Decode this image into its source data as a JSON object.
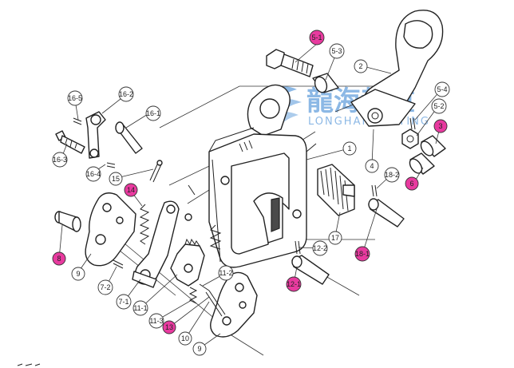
{
  "watermark": {
    "title": "龍海起重",
    "subtitle": "LONGHAIHOISTING",
    "color": "#2f7fd0"
  },
  "colors": {
    "line": "#222222",
    "magenta_callout": "#e83a9f",
    "plain_callout": "#ffffff"
  },
  "callouts": [
    {
      "id": "c-5-1",
      "label": "5-1",
      "highlight": true
    },
    {
      "id": "c-5-3",
      "label": "5-3",
      "highlight": false
    },
    {
      "id": "c-2",
      "label": "2",
      "highlight": false
    },
    {
      "id": "c-5-4",
      "label": "5-4",
      "highlight": false
    },
    {
      "id": "c-5-2",
      "label": "5-2",
      "highlight": false
    },
    {
      "id": "c-3",
      "label": "3",
      "highlight": true
    },
    {
      "id": "c-6",
      "label": "6",
      "highlight": true
    },
    {
      "id": "c-4",
      "label": "4",
      "highlight": false
    },
    {
      "id": "c-1",
      "label": "1",
      "highlight": false
    },
    {
      "id": "c-16-5",
      "label": "16-5",
      "highlight": false
    },
    {
      "id": "c-16-2",
      "label": "16-2",
      "highlight": false
    },
    {
      "id": "c-16-1",
      "label": "16-1",
      "highlight": false
    },
    {
      "id": "c-16-3",
      "label": "16-3",
      "highlight": false
    },
    {
      "id": "c-16-4",
      "label": "16-4",
      "highlight": false
    },
    {
      "id": "c-15",
      "label": "15",
      "highlight": false
    },
    {
      "id": "c-14",
      "label": "14",
      "highlight": true
    },
    {
      "id": "c-18-2",
      "label": "18-2",
      "highlight": false
    },
    {
      "id": "c-17",
      "label": "17",
      "highlight": false
    },
    {
      "id": "c-18-1",
      "label": "18-1",
      "highlight": true
    },
    {
      "id": "c-8",
      "label": "8",
      "highlight": true
    },
    {
      "id": "c-9a",
      "label": "9",
      "highlight": false
    },
    {
      "id": "c-7-2",
      "label": "7-2",
      "highlight": false
    },
    {
      "id": "c-7-1",
      "label": "7-1",
      "highlight": false
    },
    {
      "id": "c-11-1",
      "label": "11-1",
      "highlight": false
    },
    {
      "id": "c-11-2",
      "label": "11-2",
      "highlight": false
    },
    {
      "id": "c-11-3",
      "label": "11-3",
      "highlight": false
    },
    {
      "id": "c-12-2",
      "label": "12-2",
      "highlight": false
    },
    {
      "id": "c-12-1",
      "label": "12-1",
      "highlight": true
    },
    {
      "id": "c-13",
      "label": "13",
      "highlight": true
    },
    {
      "id": "c-10",
      "label": "10",
      "highlight": false
    },
    {
      "id": "c-9b",
      "label": "9",
      "highlight": false
    }
  ]
}
